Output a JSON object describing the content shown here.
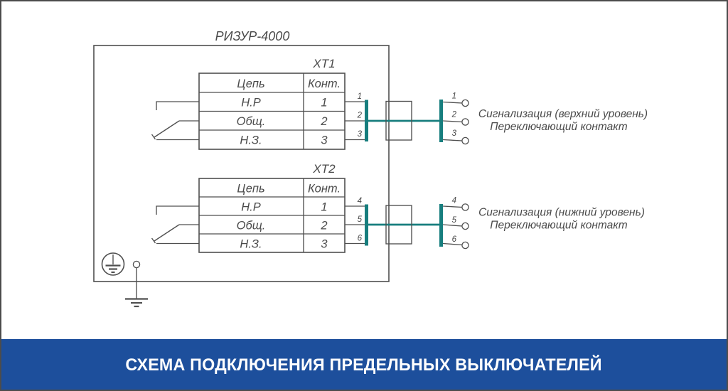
{
  "device": {
    "label": "РИЗУР-4000"
  },
  "blocks": [
    {
      "name": "ХТ1",
      "header": {
        "circuit": "Цепь",
        "contact": "Конт."
      },
      "rows": [
        {
          "circuit": "Н.Р",
          "contact": "1"
        },
        {
          "circuit": "Общ.",
          "contact": "2"
        },
        {
          "circuit": "Н.З.",
          "contact": "3"
        }
      ],
      "wires": [
        "1",
        "2",
        "3"
      ],
      "annotation": {
        "line1": "Сигнализация (верхний уровень)",
        "line2": "Переключающий контакт"
      }
    },
    {
      "name": "ХТ2",
      "header": {
        "circuit": "Цепь",
        "contact": "Конт."
      },
      "rows": [
        {
          "circuit": "Н.Р",
          "contact": "1"
        },
        {
          "circuit": "Общ.",
          "contact": "2"
        },
        {
          "circuit": "Н.З.",
          "contact": "3"
        }
      ],
      "wires": [
        "4",
        "5",
        "6"
      ],
      "annotation": {
        "line1": "Сигнализация (нижний уровень)",
        "line2": "Переключающий контакт"
      }
    }
  ],
  "footer": {
    "title": "СХЕМА ПОДКЛЮЧЕНИЯ ПРЕДЕЛЬНЫХ ВЫКЛЮЧАТЕЛЕЙ"
  },
  "colors": {
    "line_gray": "#4f4f4f",
    "text_gray": "#4a4a4a",
    "wire_teal": "#177e7e",
    "banner_blue": "#1d4f9c",
    "frame_border": "#4c4c4c"
  }
}
